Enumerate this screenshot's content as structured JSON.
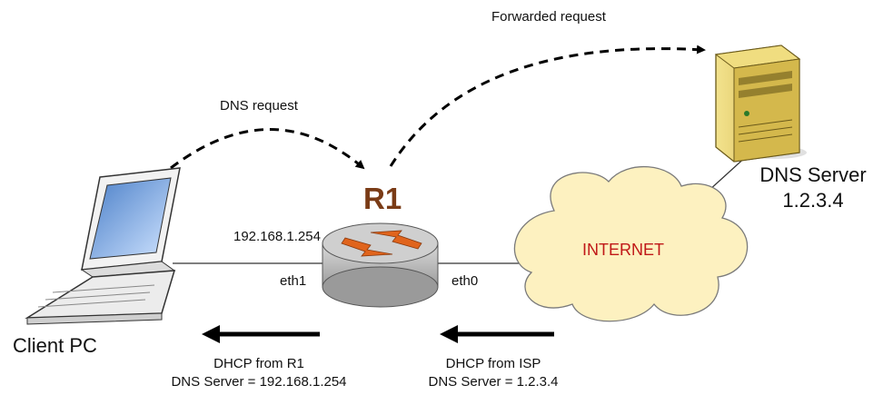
{
  "labels": {
    "forwarded_request": "Forwarded request",
    "dns_request": "DNS request",
    "router_name": "R1",
    "router_ip": "192.168.1.254",
    "eth1": "eth1",
    "eth0": "eth0",
    "internet": "INTERNET",
    "dns_server_name": "DNS Server",
    "dns_server_ip": "1.2.3.4",
    "client_pc": "Client PC",
    "dhcp_r1_line1": "DHCP from R1",
    "dhcp_r1_line2": "DNS Server = 192.168.1.254",
    "dhcp_isp_line1": "DHCP from ISP",
    "dhcp_isp_line2": "DNS Server = 1.2.3.4"
  },
  "colors": {
    "router_label": "#7a3b16",
    "internet_text": "#c01818",
    "cloud_fill": "#fdf1c0",
    "server_body": "#e4cf6b",
    "router_arrows": "#e0641c",
    "router_body": "#bdbdbd"
  }
}
